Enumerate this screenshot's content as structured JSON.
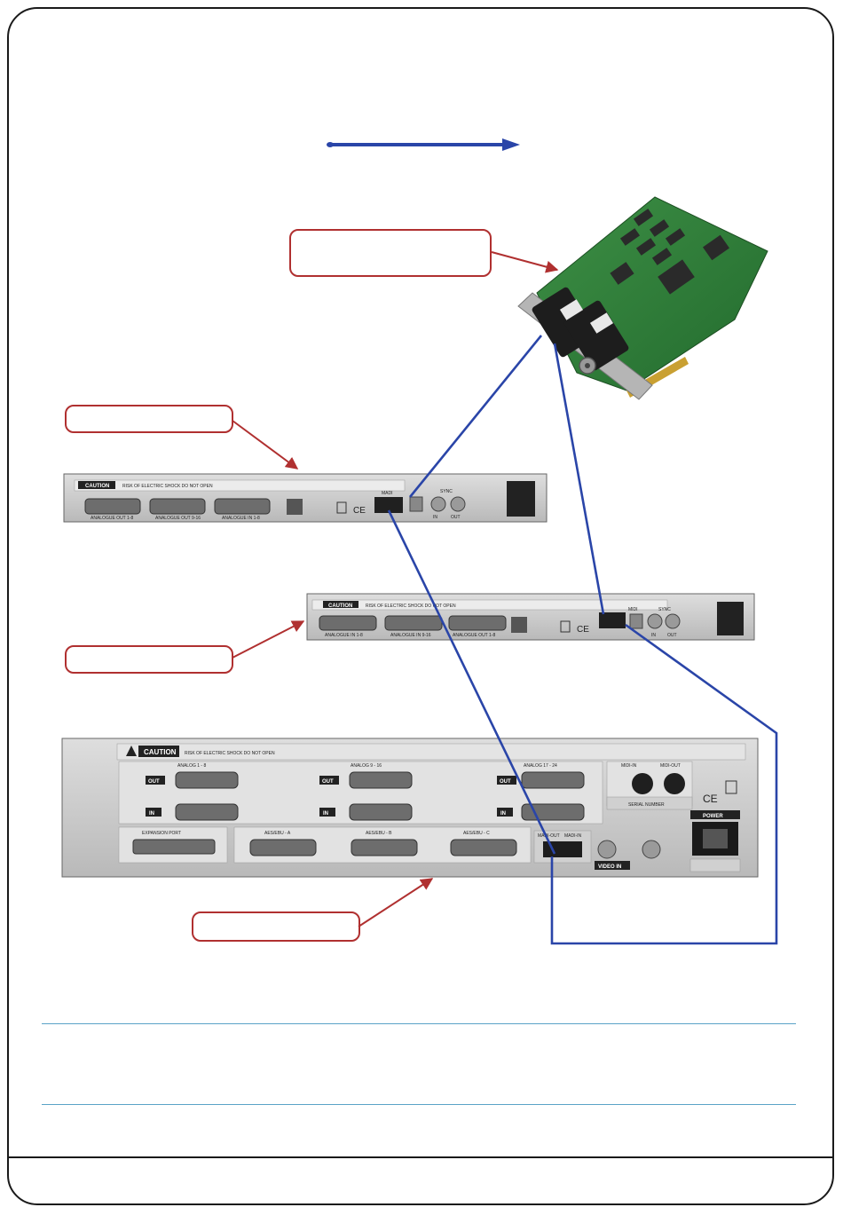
{
  "colors": {
    "frame": "#1a1a1a",
    "callout_border": "#b03030",
    "connection_line": "#2a45a8",
    "rule_line": "#5aa3c7",
    "pcb_green": "#2f7a3a",
    "panel_grey": "#c8c8c8"
  },
  "icons": [
    "arrow-right-icon",
    "ce-mark-icon",
    "bin-icon",
    "warning-icon"
  ],
  "unit1": {
    "caution": "CAUTION",
    "shock": "RISK OF ELECTRIC SHOCK DO NOT OPEN",
    "ports": [
      "ANALOGUE OUT 1-8",
      "ANALOGUE OUT 9-16",
      "ANALOGUE IN 1-8"
    ],
    "madi": "MADI",
    "sync": "SYNC",
    "in": "IN",
    "out": "OUT"
  },
  "unit2": {
    "caution": "CAUTION",
    "shock": "RISK OF ELECTRIC SHOCK DO NOT OPEN",
    "ports": [
      "ANALOGUE IN 1-8",
      "ANALOGUE IN 9-16",
      "ANALOGUE OUT 1-8"
    ],
    "midi": "MIDI",
    "sync": "SYNC",
    "in": "IN",
    "out": "OUT"
  },
  "unit3": {
    "caution": "CAUTION",
    "shock": "RISK OF ELECTRIC SHOCK DO NOT OPEN",
    "analog_groups": [
      "ANALOG 1 - 8",
      "ANALOG 9 - 16",
      "ANALOG 17 - 24"
    ],
    "out": "OUT",
    "in": "IN",
    "midi_in": "MIDI-IN",
    "midi_out": "MIDI-OUT",
    "serial_number": "SERIAL NUMBER",
    "expansion_port": "EXPANSION PORT",
    "aes": [
      "AES/EBU - A",
      "AES/EBU - B",
      "AES/EBU - C"
    ],
    "madi_out": "MADI-OUT",
    "madi_in": "MADI-IN",
    "video_in": "VIDEO IN",
    "power": "POWER",
    "ce": "CE"
  }
}
